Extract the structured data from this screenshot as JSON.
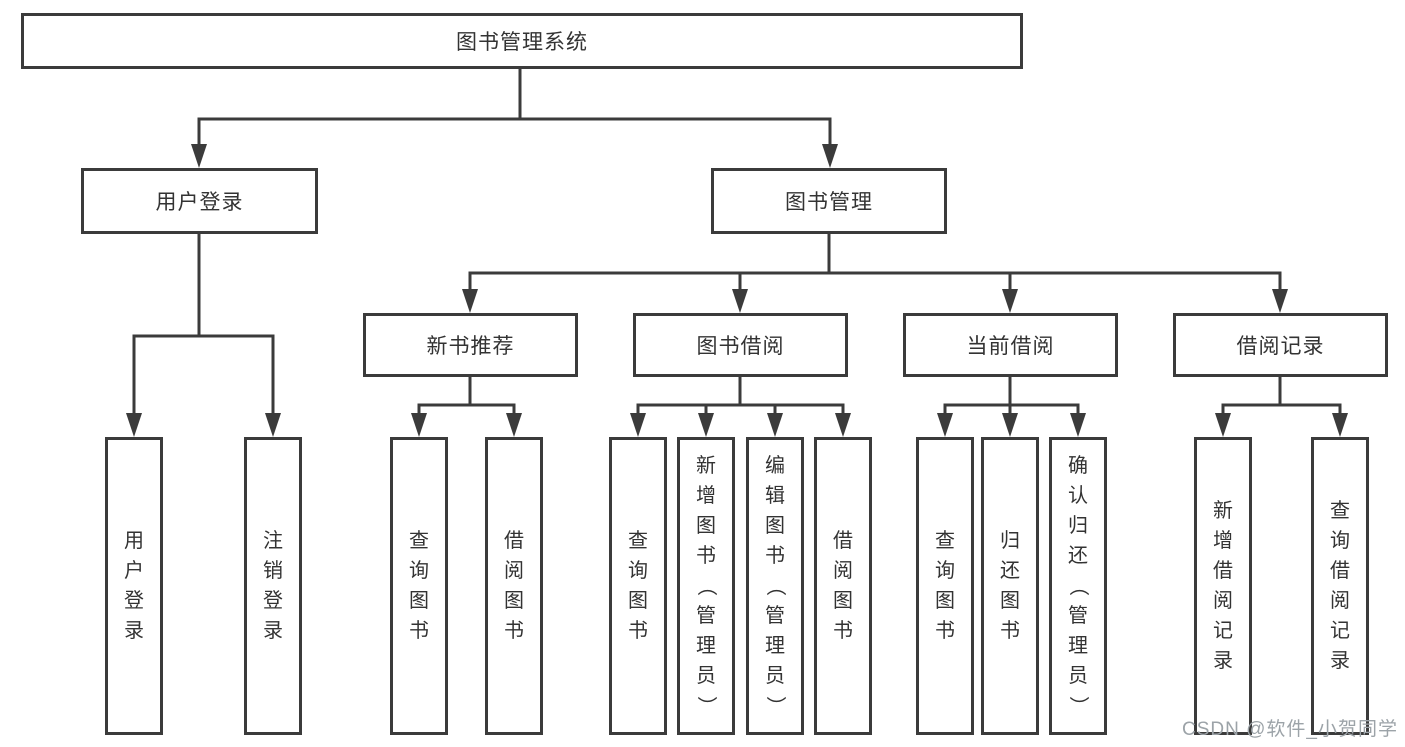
{
  "diagram": {
    "type": "hierarchy-tree",
    "title": "图书管理系统",
    "nodes": {
      "root": "图书管理系统",
      "user_login": "用户登录",
      "book_mgmt": "图书管理",
      "new_books": "新书推荐",
      "book_borrow": "图书借阅",
      "current_borrow": "当前借阅",
      "borrow_records": "借阅记录"
    },
    "leaves": {
      "user_login_leaf": "用户登录",
      "logout_leaf": "注销登录",
      "nb_query_books": "查询图书",
      "nb_borrow_books": "借阅图书",
      "bb_query_books": "查询图书",
      "bb_add_books": "新增图书（管理员）",
      "bb_edit_books": "编辑图书（管理员）",
      "bb_borrow_books": "借阅图书",
      "cb_query_books": "查询图书",
      "cb_return_books": "归还图书",
      "cb_confirm_return": "确认归还（管理员）",
      "br_add_record": "新增借阅记录",
      "br_query_record": "查询借阅记录"
    },
    "hierarchy": {
      "图书管理系统": {
        "用户登录": [
          "用户登录",
          "注销登录"
        ],
        "图书管理": {
          "新书推荐": [
            "查询图书",
            "借阅图书"
          ],
          "图书借阅": [
            "查询图书",
            "新增图书（管理员）",
            "编辑图书（管理员）",
            "借阅图书"
          ],
          "当前借阅": [
            "查询图书",
            "归还图书",
            "确认归还（管理员）"
          ],
          "借阅记录": [
            "新增借阅记录",
            "查询借阅记录"
          ]
        }
      }
    }
  },
  "watermark": "CSDN @软件_小贺同学",
  "colors": {
    "line": "#3b3b3b",
    "box_border": "#3b3b3b",
    "box_background": "#ffffff",
    "text": "#333333",
    "watermark": "#9ca3a8",
    "page_background": "#ffffff"
  }
}
